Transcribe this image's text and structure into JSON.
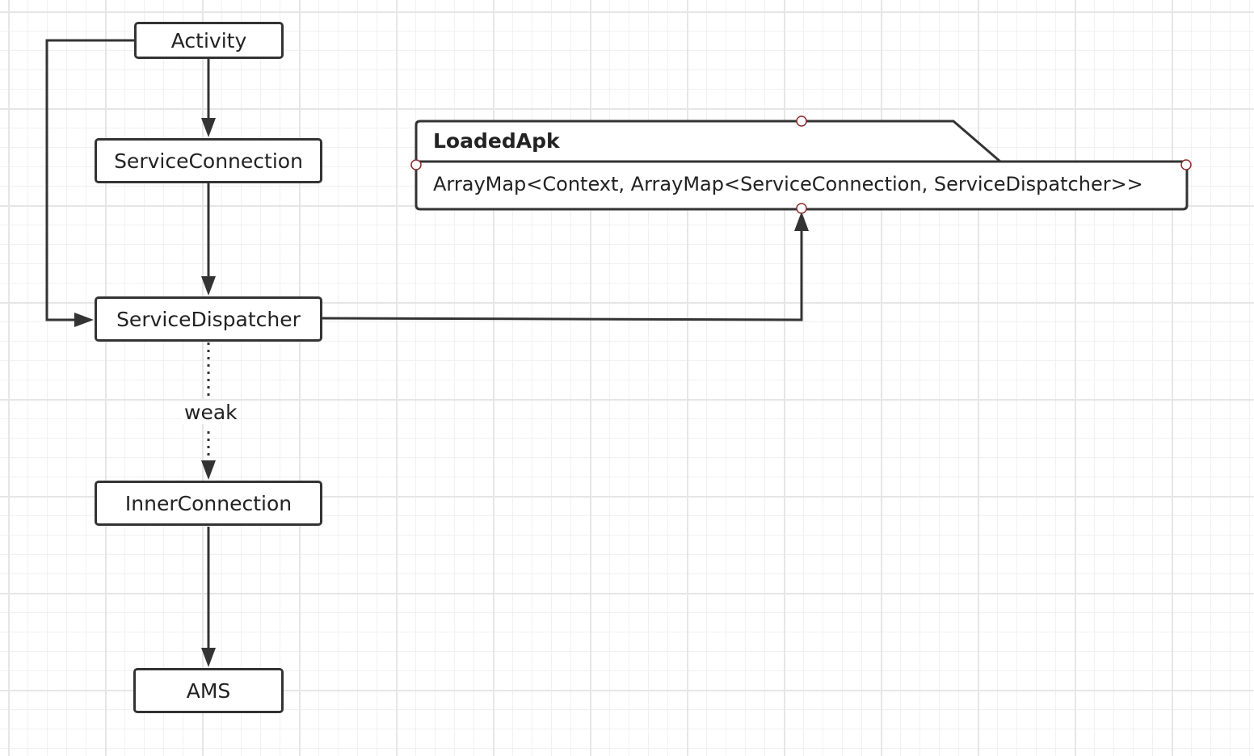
{
  "nodes": {
    "activity": "Activity",
    "service_connection": "ServiceConnection",
    "service_dispatcher": "ServiceDispatcher",
    "inner_connection": "InnerConnection",
    "ams": "AMS"
  },
  "edge_labels": {
    "weak": "weak"
  },
  "loaded_apk": {
    "title": "LoadedApk",
    "attribute": "ArrayMap<Context, ArrayMap<ServiceConnection, ServiceDispatcher>>"
  },
  "colors": {
    "stroke": "#333333",
    "connection_point": "#8b2b2b",
    "grid": "#e6e6e6"
  }
}
